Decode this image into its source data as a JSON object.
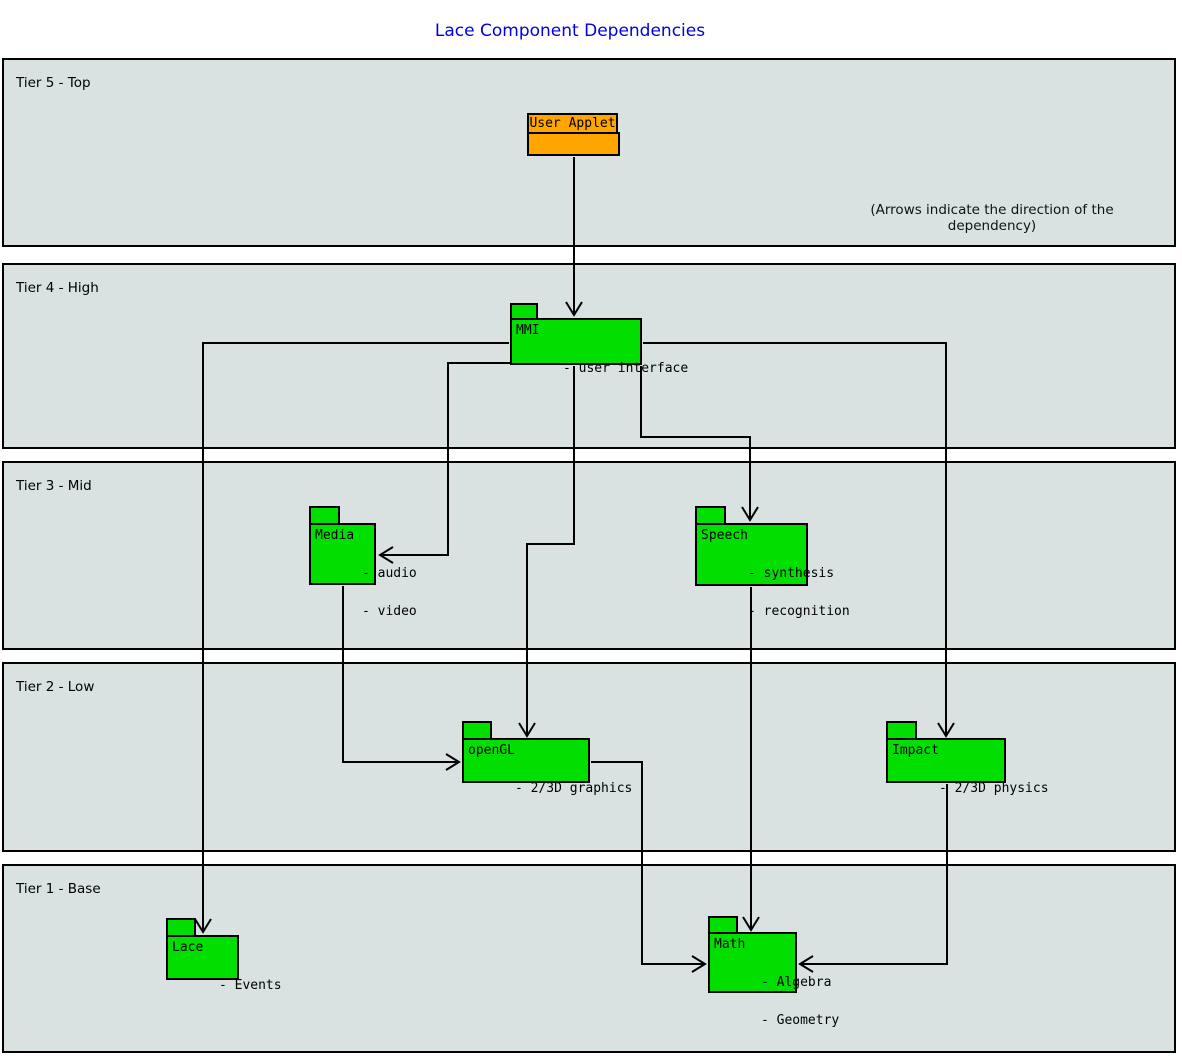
{
  "title": "Lace Component Dependencies",
  "note": "(Arrows indicate the direction of the dependency)",
  "colors": {
    "band_fill": "#d9e2e1",
    "node_green": "#00df00",
    "node_orange": "#ffa500",
    "title_blue": "#0000e0",
    "line": "#000000"
  },
  "tiers": [
    {
      "label": "Tier 5 - Top"
    },
    {
      "label": "Tier 4 - High"
    },
    {
      "label": "Tier 3 - Mid"
    },
    {
      "label": "Tier 2 - Low"
    },
    {
      "label": "Tier 1 - Base"
    }
  ],
  "nodes": {
    "user_applet": {
      "title": "User Applet",
      "items": []
    },
    "mmi": {
      "title": "MMI",
      "items": [
        "- user interface"
      ]
    },
    "media": {
      "title": "Media",
      "items": [
        "- audio",
        "- video"
      ]
    },
    "speech": {
      "title": "Speech",
      "items": [
        "- synthesis",
        "- recognition"
      ]
    },
    "opengl": {
      "title": "openGL",
      "items": [
        "- 2/3D graphics"
      ]
    },
    "impact": {
      "title": "Impact",
      "items": [
        "- 2/3D physics"
      ]
    },
    "lace": {
      "title": "Lace",
      "items": [
        "- Events"
      ]
    },
    "math": {
      "title": "Math",
      "items": [
        "- Algebra",
        "- Geometry"
      ]
    }
  },
  "edges": [
    {
      "from": "User Applet",
      "to": "MMI"
    },
    {
      "from": "MMI",
      "to": "Lace"
    },
    {
      "from": "MMI",
      "to": "Media"
    },
    {
      "from": "MMI",
      "to": "openGL"
    },
    {
      "from": "MMI",
      "to": "Speech"
    },
    {
      "from": "MMI",
      "to": "Impact"
    },
    {
      "from": "Media",
      "to": "openGL"
    },
    {
      "from": "Speech",
      "to": "Math"
    },
    {
      "from": "openGL",
      "to": "Math"
    },
    {
      "from": "Impact",
      "to": "Math"
    }
  ]
}
